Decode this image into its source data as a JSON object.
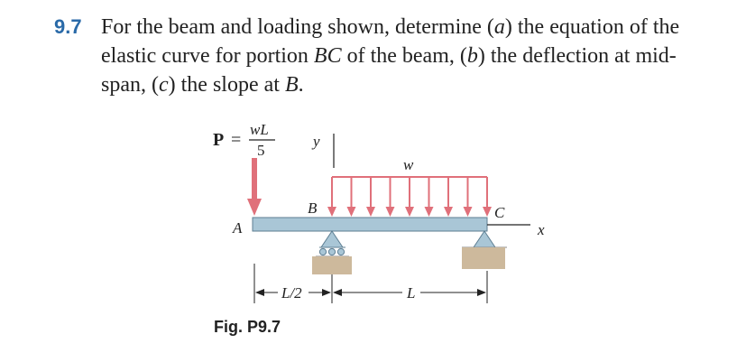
{
  "problem": {
    "number": "9.7",
    "text": {
      "line1_a": "For the beam and loading shown, determine (",
      "line1_a_part": "a",
      "line1_b": ") the equation of the",
      "line2_a": "elastic curve for portion ",
      "line2_bc": "BC",
      "line2_b": " of the beam, (",
      "line2_b_part": "b",
      "line2_c": ") the deflection at mid-",
      "line3_a": "span, (",
      "line3_c_part": "c",
      "line3_b": ") the slope at ",
      "line3_B": "B",
      "line3_end": "."
    }
  },
  "figure": {
    "caption": "Fig. P9.7",
    "load_label_P": "P",
    "load_label_eq": "=",
    "load_label_num": "wL",
    "load_label_den": "5",
    "label_y": "y",
    "label_w": "w",
    "label_A": "A",
    "label_B": "B",
    "label_C": "C",
    "label_x": "x",
    "dim_L2": "L/2",
    "dim_L": "L",
    "colors": {
      "load": "#e0707a",
      "beam": "#a9c6d6",
      "support": "#a9c6d6",
      "ground": "#cdb99c",
      "problem_number": "#2a6aa8"
    }
  }
}
